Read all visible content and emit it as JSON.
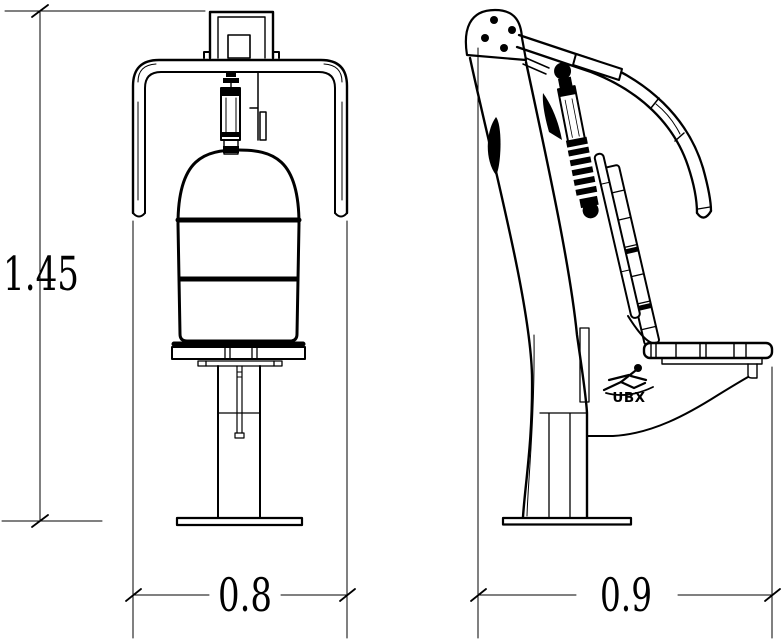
{
  "colors": {
    "ink": "#000000",
    "paper": "#ffffff"
  },
  "dimensions": {
    "height": {
      "label": "1.45"
    },
    "front_width": {
      "label": "0.8"
    },
    "side_depth": {
      "label": "0.9"
    }
  },
  "logo": {
    "text": "UBX",
    "icon": "leaping-athlete-icon"
  }
}
